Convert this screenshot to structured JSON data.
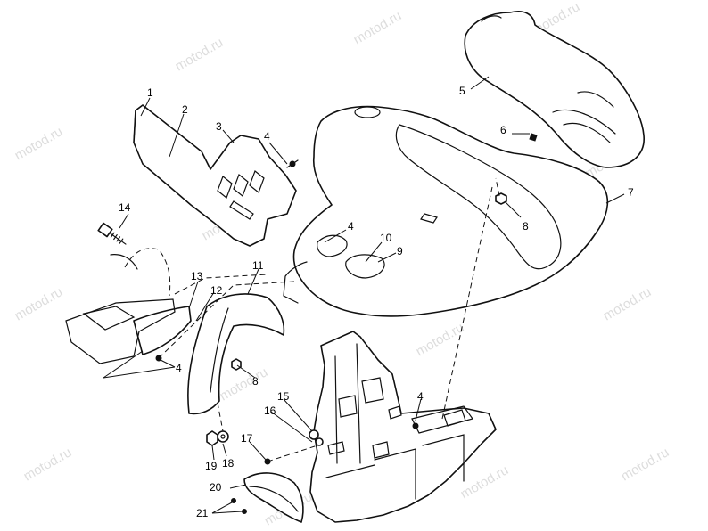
{
  "watermark": {
    "text": "motod.ru"
  },
  "callouts": [
    "1",
    "2",
    "3",
    "4",
    "5",
    "6",
    "7",
    "8",
    "4",
    "9",
    "10",
    "11",
    "12",
    "13",
    "14",
    "4",
    "8",
    "15",
    "16",
    "4",
    "17",
    "18",
    "19",
    "20",
    "21"
  ]
}
